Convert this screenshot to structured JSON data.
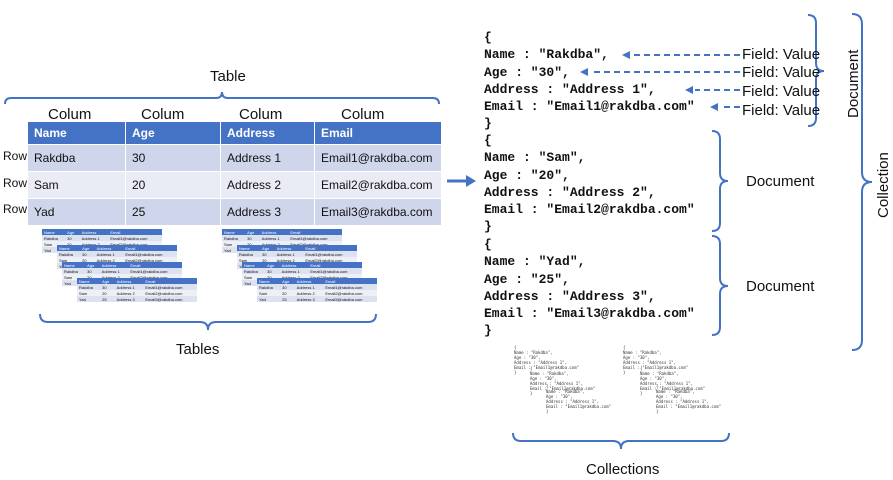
{
  "labels": {
    "table": "Table",
    "columns": [
      "Colum",
      "Colum",
      "Colum",
      "Colum"
    ],
    "row": "Row",
    "tables": "Tables",
    "collections": "Collections",
    "document": "Document",
    "collection": "Collection",
    "field_value": "Field: Value"
  },
  "table": {
    "headers": [
      "Name",
      "Age",
      "Address",
      "Email"
    ],
    "rows": [
      [
        "Rakdba",
        "30",
        "Address 1",
        "Email1@rakdba.com"
      ],
      [
        "Sam",
        "20",
        "Address 2",
        "Email2@rakdba.com"
      ],
      [
        "Yad",
        "25",
        "Address 3",
        "Email3@rakdba.com"
      ]
    ]
  },
  "documents": [
    {
      "lines": [
        "{",
        "Name : \"Rakdba\",",
        "Age : \"30\",",
        "Address : \"Address 1\",",
        "Email : \"Email1@rakdba.com\"",
        "}"
      ]
    },
    {
      "lines": [
        "{",
        "Name : \"Sam\",",
        "Age : \"20\",",
        "Address : \"Address 2\",",
        "Email : \"Email2@rakdba.com\"",
        "}"
      ]
    },
    {
      "lines": [
        "{",
        "Name : \"Yad\",",
        "Age : \"25\",",
        "Address : \"Address 3\",",
        "Email : \"Email3@rakdba.com\"",
        "}"
      ]
    }
  ],
  "colors": {
    "header": "#4472c4",
    "row_dark": "#cfd5ea",
    "row_light": "#e9ebf5",
    "brace": "#4472c4"
  }
}
